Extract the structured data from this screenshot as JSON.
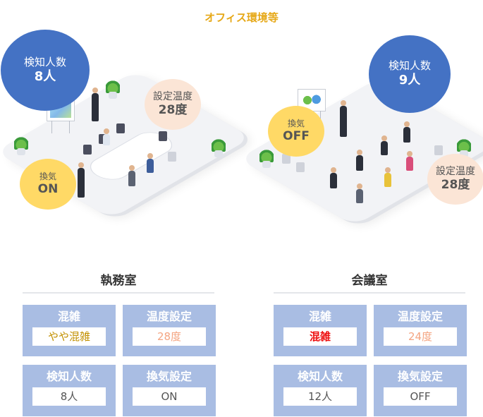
{
  "title": "オフィス環境等",
  "rooms": [
    {
      "name": "執務室",
      "illustration": {
        "people_bubble": {
          "label": "検知人数",
          "value": "8人",
          "color": "#4472c4"
        },
        "temp_bubble": {
          "label": "設定温度",
          "value": "28度",
          "color": "#fbe5d6"
        },
        "vent_bubble": {
          "label": "換気",
          "value": "ON",
          "color": "#ffd966"
        }
      },
      "tiles": [
        {
          "label": "混雑",
          "value": "やや混雑",
          "value_color": "#c29000"
        },
        {
          "label": "温度設定",
          "value": "28度",
          "value_color": "#f4a582"
        },
        {
          "label": "検知人数",
          "value": "8人",
          "value_color": "#555555"
        },
        {
          "label": "換気設定",
          "value": "ON",
          "value_color": "#555555"
        }
      ]
    },
    {
      "name": "会議室",
      "illustration": {
        "people_bubble": {
          "label": "検知人数",
          "value": "9人",
          "color": "#4472c4"
        },
        "temp_bubble": {
          "label": "設定温度",
          "value": "28度",
          "color": "#fbe5d6"
        },
        "vent_bubble": {
          "label": "換気",
          "value": "OFF",
          "color": "#ffd966"
        }
      },
      "tiles": [
        {
          "label": "混雑",
          "value": "混雑",
          "value_color": "#ee1111"
        },
        {
          "label": "温度設定",
          "value": "24度",
          "value_color": "#f4a582"
        },
        {
          "label": "検知人数",
          "value": "12人",
          "value_color": "#555555"
        },
        {
          "label": "換気設定",
          "value": "OFF",
          "value_color": "#555555"
        }
      ]
    }
  ],
  "colors": {
    "title": "#e6a817",
    "tile_bg": "#a9bde3",
    "tile_label": "#ffffff"
  }
}
